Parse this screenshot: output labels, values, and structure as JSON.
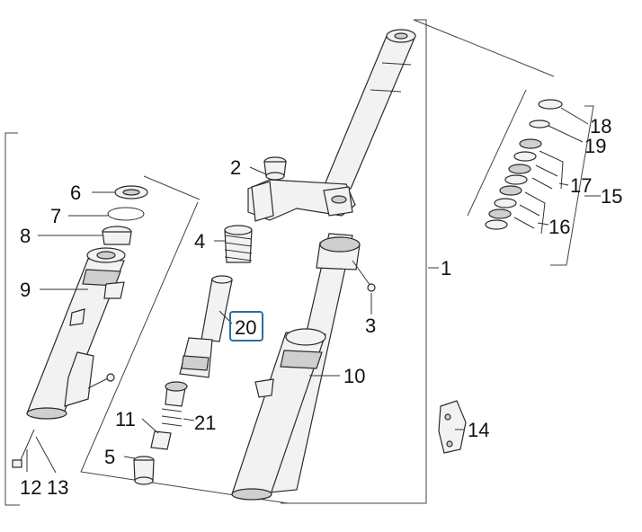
{
  "callouts": {
    "c1": "1",
    "c2": "2",
    "c3": "3",
    "c4": "4",
    "c5": "5",
    "c6": "6",
    "c7": "7",
    "c8": "8",
    "c9": "9",
    "c10": "10",
    "c11": "11",
    "c12": "12",
    "c13": "13",
    "c14": "14",
    "c15": "15",
    "c16": "16",
    "c17": "17",
    "c18": "18",
    "c19": "19",
    "c20": "20",
    "c21": "21"
  },
  "highlighted_callout": "20",
  "colors": {
    "highlight": "#2a6f9e",
    "line": "#2a2a2a"
  }
}
